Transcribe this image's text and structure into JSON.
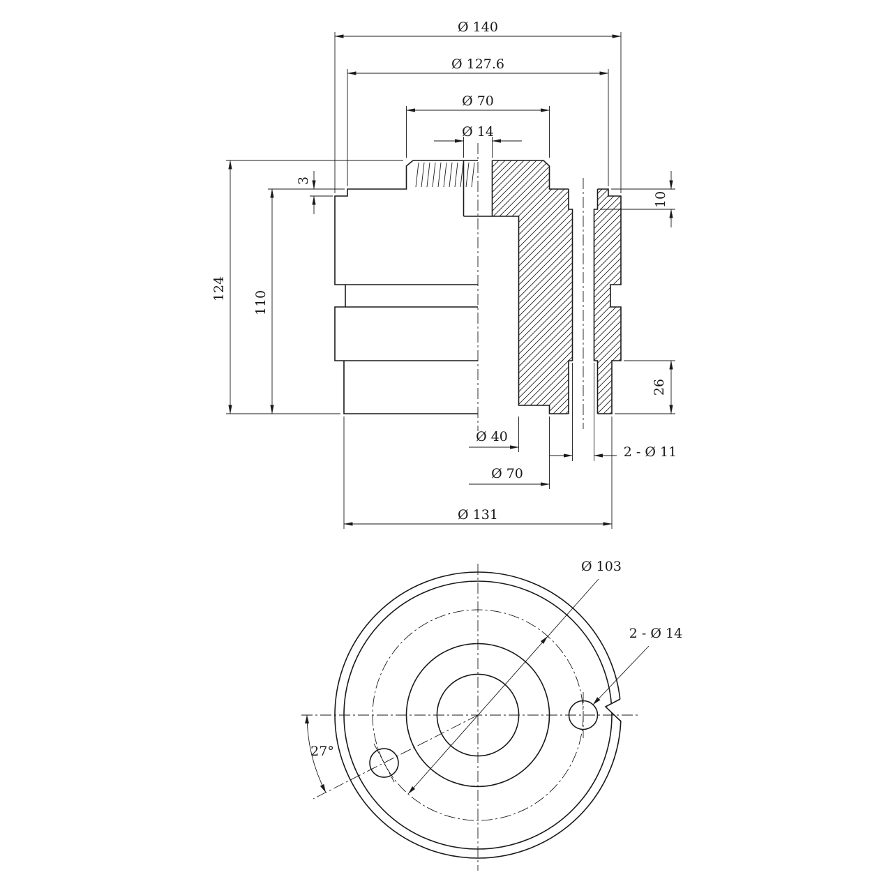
{
  "colors": {
    "ink": "#1a1a1a",
    "paper": "#ffffff"
  },
  "side_view": {
    "dim_d140": "Ø 140",
    "dim_d127_6": "Ø 127.6",
    "dim_d70_top": "Ø 70",
    "dim_d14": "Ø 14",
    "dim_3": "3",
    "dim_124": "124",
    "dim_110": "110",
    "dim_10": "10",
    "dim_26": "26",
    "dim_d40": "Ø 40",
    "dim_2_d11": "2 - Ø 11",
    "dim_d70_bottom": "Ø 70",
    "dim_d131": "Ø 131"
  },
  "bottom_view": {
    "dim_d103": "Ø 103",
    "dim_2_d14": "2 - Ø 14",
    "dim_angle": "27°"
  }
}
